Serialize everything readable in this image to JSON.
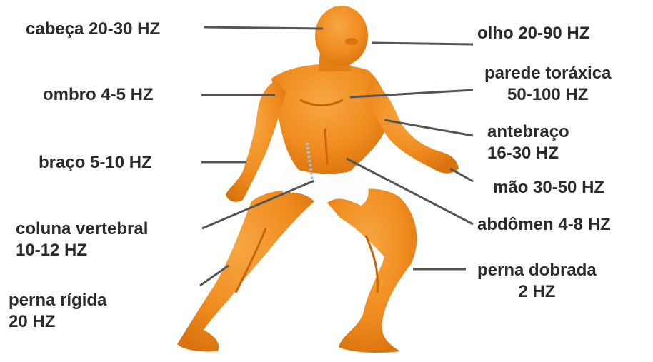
{
  "colors": {
    "body_fill": "#f08c1f",
    "body_shadow": "#c8640a",
    "body_highlight": "#f7a743",
    "leader_line": "#555555",
    "text": "#2b2b2b",
    "background": "#ffffff"
  },
  "labels": {
    "head": "cabeça 20-30 HZ",
    "eye": "olho 20-90 HZ",
    "chest_line1": "parede toráxica",
    "chest_line2": "50-100 HZ",
    "shoulder": "ombro 4-5 HZ",
    "forearm_line1": "antebraço",
    "forearm_line2": "16-30 HZ",
    "arm": "braço 5-10 HZ",
    "hand": "mão 30-50 HZ",
    "spine_line1": "coluna vertebral",
    "spine_line2": "10-12 HZ",
    "abdomen": "abdômen 4-8 HZ",
    "stiff_leg_line1": "perna rígida",
    "stiff_leg_line2": "20 HZ",
    "bent_leg_line1": "perna dobrada",
    "bent_leg_line2": "2 HZ"
  }
}
